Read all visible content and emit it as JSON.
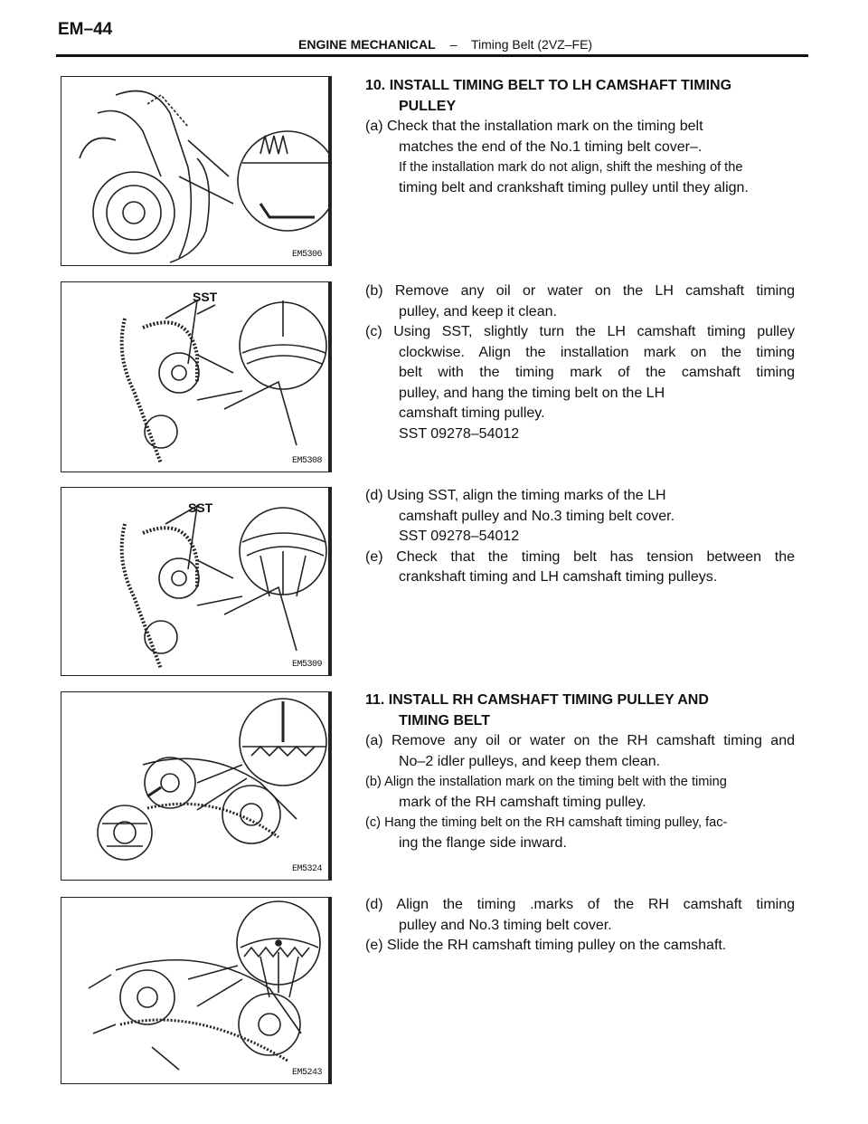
{
  "header": {
    "page_code": "EM–44",
    "section": "ENGINE MECHANICAL",
    "separator": "–",
    "subsection": "Timing Belt (2VZ–FE)"
  },
  "figures": [
    {
      "code": "EM5306",
      "label": ""
    },
    {
      "code": "EM5308",
      "label": "SST"
    },
    {
      "code": "EM5309",
      "label": "SST"
    },
    {
      "code": "EM5324",
      "label": ""
    },
    {
      "code": "EM5243",
      "label": ""
    }
  ],
  "steps": {
    "s10": {
      "title_1": "10. INSTALL TIMING BELT TO LH CAMSHAFT TIMING",
      "title_2": "PULLEY",
      "a_1": "(a) Check that the installation mark on the timing belt",
      "a_2": "matches the end of the No.1 timing belt cover–.",
      "a_3": "If the installation mark do not align, shift the meshing of the",
      "a_4": "timing belt and crankshaft timing pulley until they align.",
      "b_1": "(b) Remove any oil or water on the LH camshaft timing",
      "b_2": "pulley, and keep it clean.",
      "c_1": "(c) Using SST, slightly turn the LH camshaft timing pulley",
      "c_2": "clockwise. Align the installation mark on the timing",
      "c_3": "belt with the timing mark of the camshaft timing",
      "c_4": "pulley, and hang the timing belt on the LH",
      "c_5": "camshaft timing pulley.",
      "c_6": "SST  09278–54012",
      "d_1": "(d) Using SST, align the timing marks of the LH",
      "d_2": "camshaft pulley and No.3 timing belt cover.",
      "d_3": "SST  09278–54012",
      "e_1": "(e) Check that the timing belt has tension between the",
      "e_2": "crankshaft timing and LH camshaft timing pulleys."
    },
    "s11": {
      "title_1": "11. INSTALL RH CAMSHAFT TIMING PULLEY AND",
      "title_2": "TIMING BELT",
      "a_1": "(a) Remove any oil or water on the RH camshaft timing and",
      "a_2": "No–2 idler pulleys, and keep them clean.",
      "b_1": "(b) Align the installation mark on the timing belt with the timing",
      "b_2": "mark of the RH camshaft timing pulley.",
      "c_1": "(c) Hang the timing belt on the RH camshaft timing pulley, fac-",
      "c_2": "ing the flange side inward.",
      "d_1": "(d) Align the timing .marks of the RH camshaft timing",
      "d_2": "pulley and No.3 timing belt cover.",
      "e_1": "(e) Slide the RH camshaft timing pulley on the camshaft."
    }
  }
}
